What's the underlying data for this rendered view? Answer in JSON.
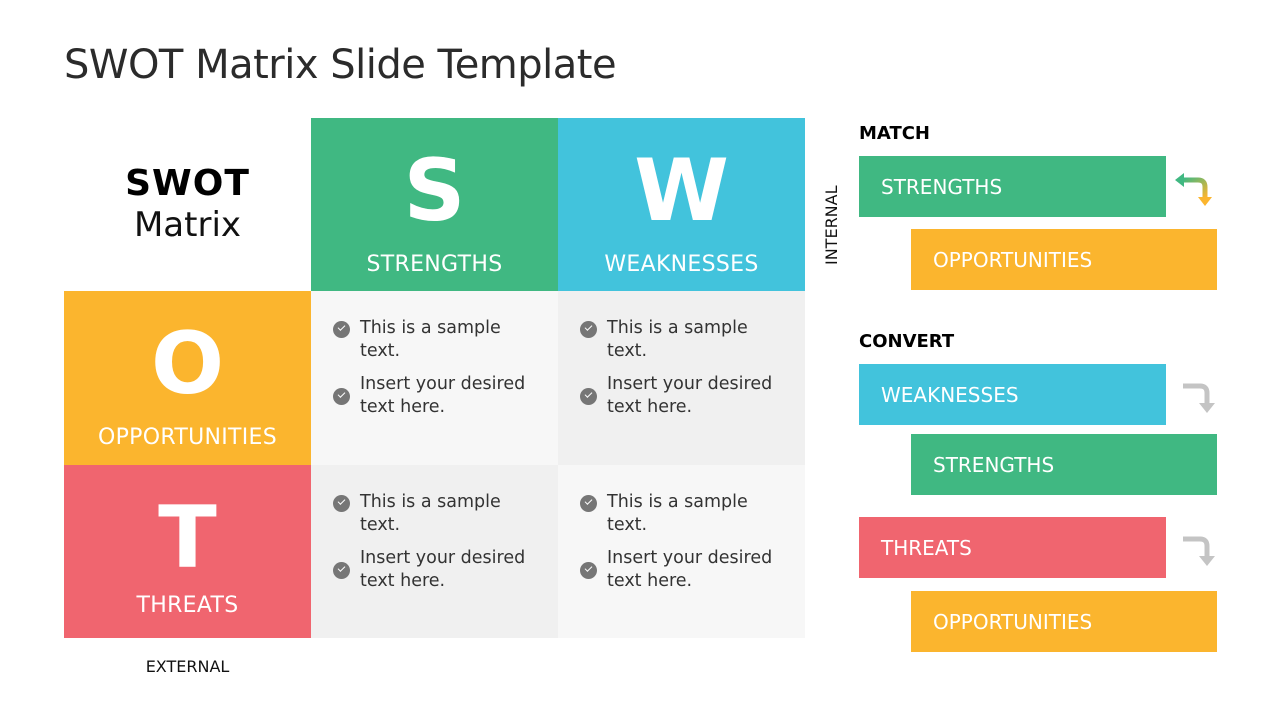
{
  "title": "SWOT Matrix Slide Template",
  "corner": {
    "line1": "SWOT",
    "line2": "Matrix"
  },
  "colors": {
    "strengths": "#40b882",
    "weaknesses": "#42c3dc",
    "opportunities": "#fbb52e",
    "threats": "#f0656f",
    "cell_light": "#f7f7f7",
    "cell_dark": "#f0f0f0",
    "check": "#767676",
    "arrow_gray": "#c4c4c4"
  },
  "tiles": {
    "s": {
      "letter": "S",
      "name": "STRENGTHS"
    },
    "w": {
      "letter": "W",
      "name": "WEAKNESSES"
    },
    "o": {
      "letter": "O",
      "name": "OPPORTUNITIES"
    },
    "t": {
      "letter": "T",
      "name": "THREATS"
    }
  },
  "cells": {
    "so": [
      "This is a sample text.",
      "Insert your desired text here."
    ],
    "wo": [
      "This is a sample text.",
      "Insert your desired text here."
    ],
    "st": [
      "This is a sample text.",
      "Insert your desired text here."
    ],
    "wt": [
      "This is a sample text.",
      "Insert your desired text here."
    ]
  },
  "axes": {
    "internal": "INTERNAL",
    "external": "EXTERNAL"
  },
  "match": {
    "title": "MATCH",
    "bar1": "STRENGTHS",
    "bar2": "OPPORTUNITIES"
  },
  "convert": {
    "title": "CONVERT",
    "bar1": "WEAKNESSES",
    "bar2": "STRENGTHS",
    "bar3": "THREATS",
    "bar4": "OPPORTUNITIES"
  }
}
